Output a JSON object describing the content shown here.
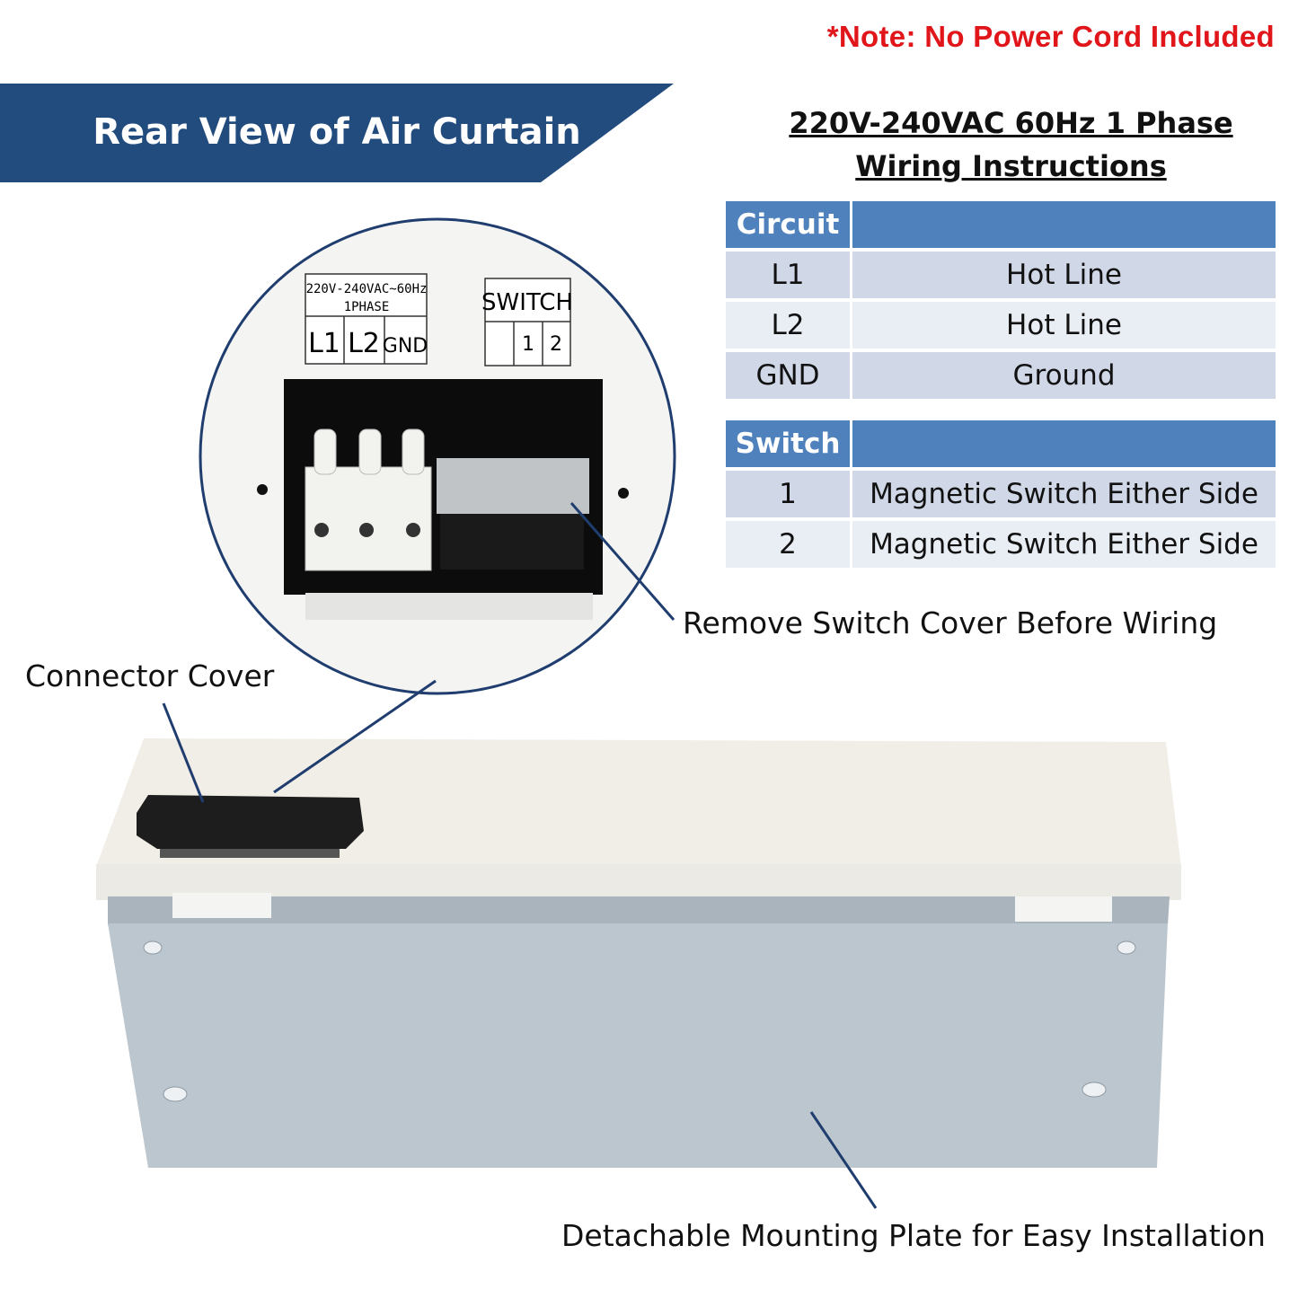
{
  "note": "*Note: No Power Cord Included",
  "banner": "Rear View of Air Curtain",
  "title_line1": "220V-240VAC 60Hz 1 Phase",
  "title_line2": "Wiring Instructions",
  "circuit_table": {
    "header": "Circuit",
    "rows": [
      {
        "key": "L1",
        "value": "Hot Line"
      },
      {
        "key": "L2",
        "value": "Hot Line"
      },
      {
        "key": "GND",
        "value": "Ground"
      }
    ]
  },
  "switch_table": {
    "header": "Switch",
    "rows": [
      {
        "key": "1",
        "value": "Magnetic Switch Either Side"
      },
      {
        "key": "2",
        "value": "Magnetic Switch Either Side"
      }
    ]
  },
  "labels": {
    "voltage": "220V-240VAC~60Hz",
    "phase": "1PHASE",
    "l1": "L1",
    "l2": "L2",
    "gnd": "GND",
    "switch": "SWITCH",
    "s1": "1",
    "s2": "2"
  },
  "callouts": {
    "switch_cover": "Remove Switch Cover Before Wiring",
    "connector_cover": "Connector Cover",
    "mounting_plate": "Detachable Mounting Plate for Easy Installation"
  },
  "colors": {
    "banner": "#224b7e",
    "header": "#4f81bd",
    "note": "#e0161b",
    "circle": "#1f3d6e"
  }
}
